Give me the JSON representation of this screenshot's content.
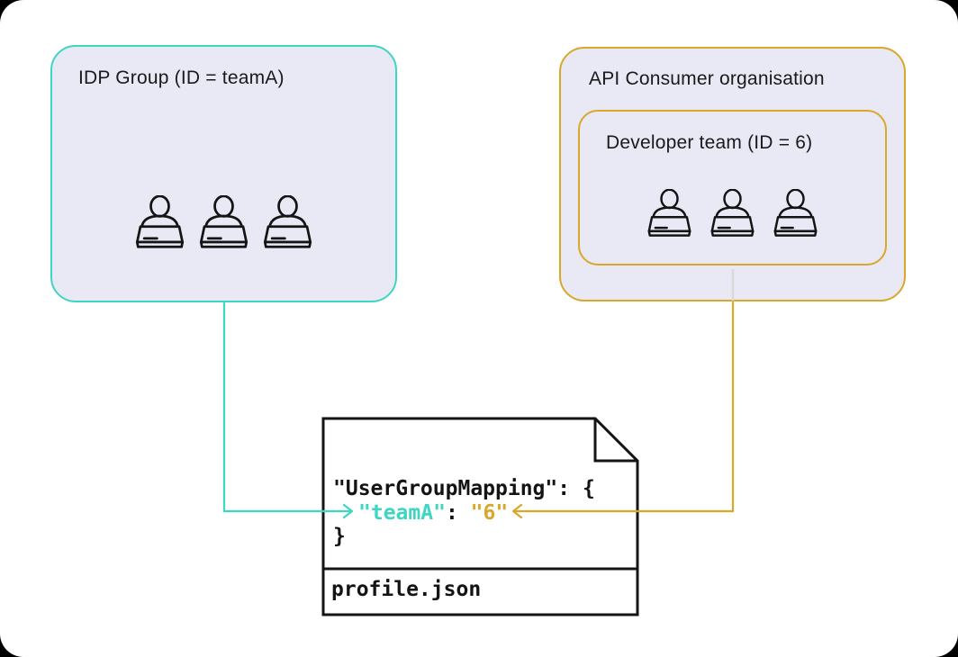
{
  "diagram": {
    "idp_group": {
      "title": "IDP Group (ID = teamA)",
      "member_count": 3
    },
    "api_consumer_org": {
      "title": "API Consumer organisation",
      "developer_team": {
        "title": "Developer team (ID = 6)",
        "member_count": 3
      }
    },
    "profile_file": {
      "filename": "profile.json",
      "code": {
        "open_line": "\"UserGroupMapping\": {",
        "mapping_key": "\"teamA\"",
        "mapping_separator": ": ",
        "mapping_value": "\"6\"",
        "close_line": "}"
      }
    },
    "colors": {
      "teal_accent": "#3ED6C3",
      "gold_accent": "#D9A72A",
      "box_fill": "#E9E9F6",
      "gray_connector": "#D9D9D9",
      "ink": "#141414",
      "panel_background": "#FFFFFF",
      "outer_background": "#000000"
    }
  }
}
